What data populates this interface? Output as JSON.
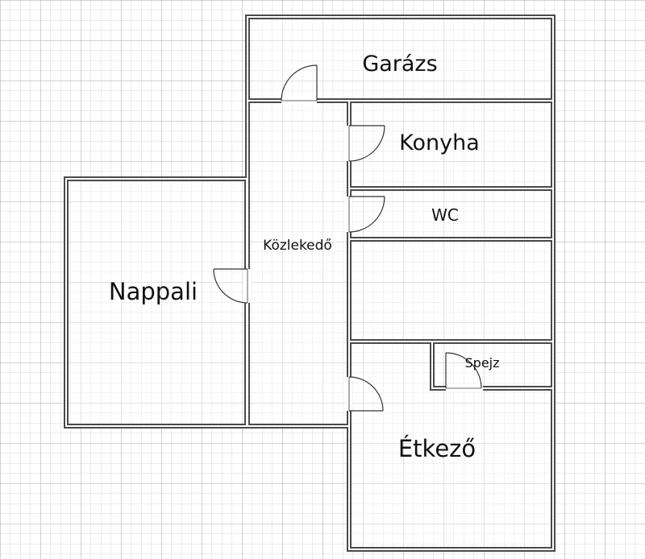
{
  "rooms": {
    "garazs": "Garázs",
    "konyha": "Konyha",
    "wc": "WC",
    "kozlekedo": "Közlekedő",
    "nappali": "Nappali",
    "spejz": "Spejz",
    "etkezo": "Étkező"
  },
  "colors": {
    "grid_minor": "#d0d0d0",
    "grid_major": "#a6a6a6",
    "wall": "#4a4a4a",
    "text": "#111111"
  }
}
